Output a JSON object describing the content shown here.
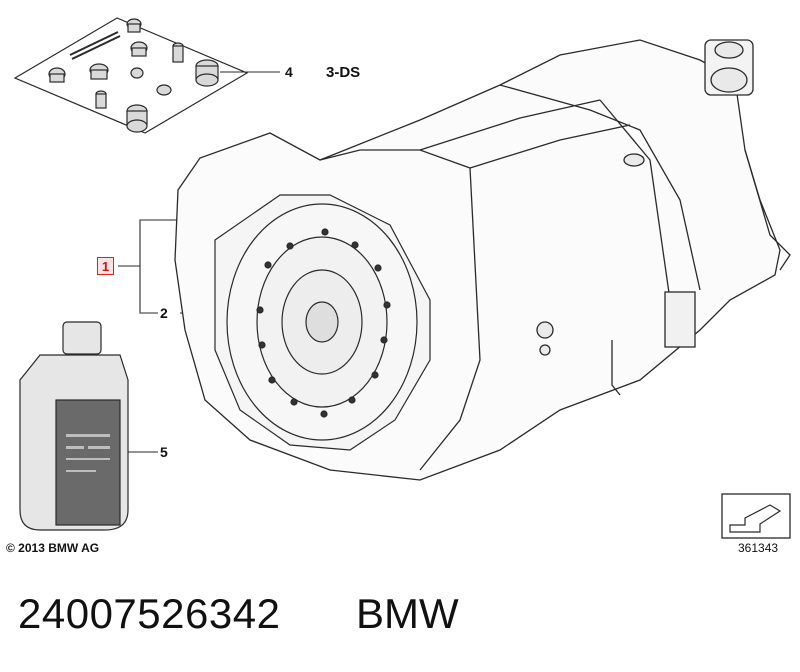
{
  "callouts": {
    "c1": "1",
    "c2": "2",
    "c4": "4",
    "c5": "5"
  },
  "variant_label": "3-DS",
  "copyright": "© 2013 BMW AG",
  "diagram_number": "361343",
  "part_number": "24007526342",
  "brand": "BMW",
  "colors": {
    "line": "#2a2a2a",
    "highlight_border": "#e02020",
    "bottle_body": "#e6e6e6",
    "bottle_label": "#6a6a6a"
  }
}
